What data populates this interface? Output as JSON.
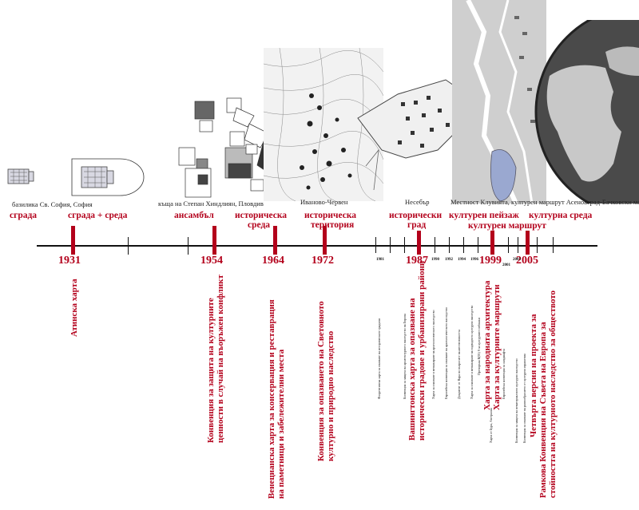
{
  "captions": {
    "c1": "базилика Св. София, София",
    "c2": "къща на Степан Хиндлиян, Пловдив",
    "c3": "Иваново-Червен",
    "c4": "Несебър",
    "c5": "Местност Клувията, културен маршрут Асеновград-Бачковски манастир"
  },
  "levels": {
    "l1": "сграда",
    "l2": "сграда + среда",
    "l3": "ансамбъл",
    "l4a": "историческа",
    "l4b": "среда",
    "l5a": "историческа",
    "l5b": "територия",
    "l6a": "исторически",
    "l6b": "град",
    "l7": "културен пейзаж",
    "l8": "културна среда",
    "l9": "културен маршрут"
  },
  "years": {
    "y1931": "1931",
    "y1954": "1954",
    "y1964": "1964",
    "y1972": "1972",
    "y1987": "1987",
    "y1999": "1999",
    "y2005": "2005"
  },
  "small_years": {
    "s1981": "1981",
    "s1990": "1990",
    "s1992": "1992",
    "s1994": "1994",
    "s1996": "1996",
    "s2001": "2001",
    "s2003": "2003"
  },
  "documents": {
    "d1931": "Атинска харта",
    "d1954a": "Конвенция за защита на културните",
    "d1954b": "ценности в случай на въоръжен конфликт",
    "d1964a": "Венецианска харта за консервация и реставрация",
    "d1964b": "на паметници и забележителни места",
    "d1972a": "Конвенция за опазването на Световното",
    "d1972b": "културно и природно наследство",
    "d1987a": "Вашингтонска харта за опазване на",
    "d1987b": "исторически градове и урбанизирани райони",
    "d1999a": "Харта за народната архитектура",
    "d1999b": "Харта за културните маршрути",
    "d2005a": "Четвърта версия на проекта за",
    "d2005b": "Рамкова Конвенция на Съвета на Европа за",
    "d2005c": "стойността на културното наследство за обществото"
  },
  "small_documents": {
    "m1": "Флорентинска харта за опазване на историческите градини",
    "m2": "Конвенция за защита на архитектурното наследство на Европа",
    "m3": "Харта за опазване и менажиране на археологическото наследство",
    "m4": "Европейска конвенция за опазване на археологическото наследство",
    "m5": "Документ от Нара по въпросите на автентичността",
    "m6": "Харта за опазване и менажиране на подводното културно наследство",
    "m7": "Препоръка R(95) 9 за културните пейзажи",
    "m8": "Харта от Бура, Австралия",
    "m9": "Европейска конвенция за ландшафта",
    "m10": "Конвенция за защита на нематериалното културно наследство",
    "m11": "Конвенция за опазване на разнообразието от културни изражения"
  },
  "colors": {
    "accent": "#b3001b",
    "axis": "#111111",
    "caption": "#222222"
  }
}
